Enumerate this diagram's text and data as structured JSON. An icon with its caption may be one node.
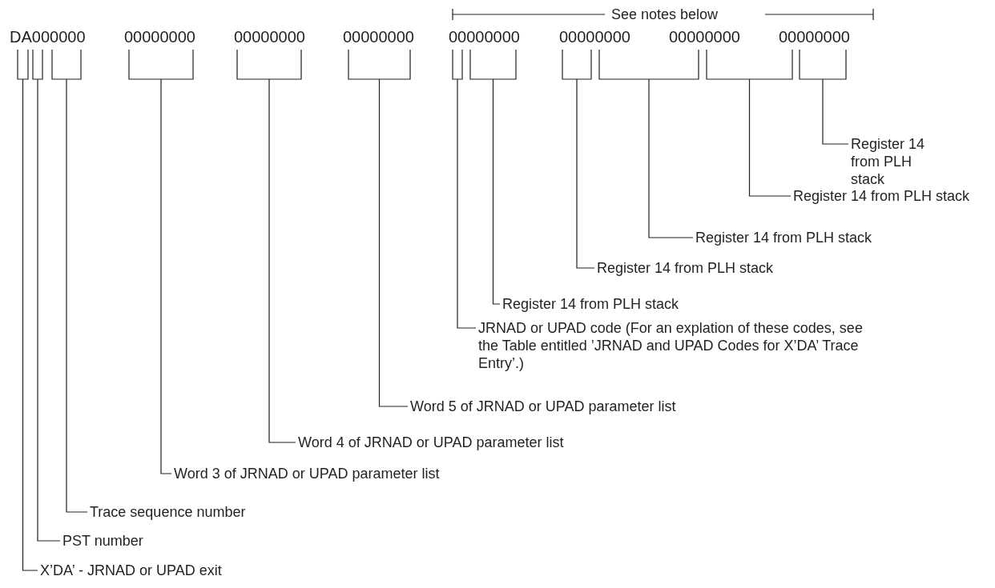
{
  "diagram": {
    "nodes": [
      {
        "text": [],
        "shape": "bracket"
      },
      {
        "text": [],
        "shape": "bracket"
      },
      {
        "text": [],
        "shape": "bracket"
      },
      {
        "text": [],
        "shape": "bracket"
      },
      {
        "text": [],
        "shape": "bracket"
      },
      {
        "text": [],
        "shape": "bracket"
      },
      {
        "text": [],
        "shape": "bracket"
      },
      {
        "text": [],
        "shape": "bracket"
      },
      {
        "text": [],
        "shape": "bracket"
      },
      {
        "text": [],
        "shape": "bracket"
      },
      {
        "text": [],
        "shape": "bracket"
      },
      {
        "text": [],
        "shape": "bracket"
      },
      {
        "text": [
          "Register 14 from PLH stack"
        ]
      },
      {
        "text": [
          "Register 14 from PLH stack"
        ]
      },
      {
        "text": [
          "Register 14 from PLH stack"
        ]
      },
      {
        "text": [
          "Register 14 from PLH stack"
        ]
      },
      {
        "text": [
          "Register 14 from PLH stack"
        ]
      },
      {
        "text": [
          "JRNAD or UPAD code (For an explation of these codes, see the Table entitled ’JRNAD and UPAD Codes for X’DA’ Trace Entry’.)"
        ]
      },
      {
        "text": [
          "Word 5 of JRNAD or UPAD parameter list"
        ]
      },
      {
        "text": [
          "Word 4 of JRNAD or UPAD parameter list"
        ]
      },
      {
        "text": [
          "Word 3 of JRNAD or UPAD parameter list"
        ]
      },
      {
        "text": [
          "Trace sequence number"
        ]
      },
      {
        "text": [
          "PST number"
        ]
      },
      {
        "text": [
          "X’DA’ - JRNAD or UPAD exit"
        ]
      }
    ],
    "edges": [
      {
        "from": 12,
        "to": 11,
        "arrow": "none"
      },
      {
        "from": 13,
        "to": 10,
        "arrow": "none"
      },
      {
        "from": 14,
        "to": 9,
        "arrow": "none"
      },
      {
        "from": 15,
        "to": 8,
        "arrow": "none"
      },
      {
        "from": 16,
        "to": 7,
        "arrow": "none"
      },
      {
        "from": 17,
        "to": 6,
        "arrow": "none"
      },
      {
        "from": 18,
        "to": 5,
        "arrow": "none"
      },
      {
        "from": 19,
        "to": 4,
        "arrow": "none"
      },
      {
        "from": 20,
        "to": 3,
        "arrow": "none"
      },
      {
        "from": 21,
        "to": 2,
        "arrow": "none"
      },
      {
        "from": 22,
        "to": 1,
        "arrow": "none"
      },
      {
        "from": 23,
        "to": 0,
        "arrow": "none"
      }
    ],
    "labels": [
      "See notes below",
      "DA000000",
      "00000000",
      "00000000",
      "00000000",
      "00000000",
      "00000000",
      "00000000",
      "00000000"
    ]
  }
}
